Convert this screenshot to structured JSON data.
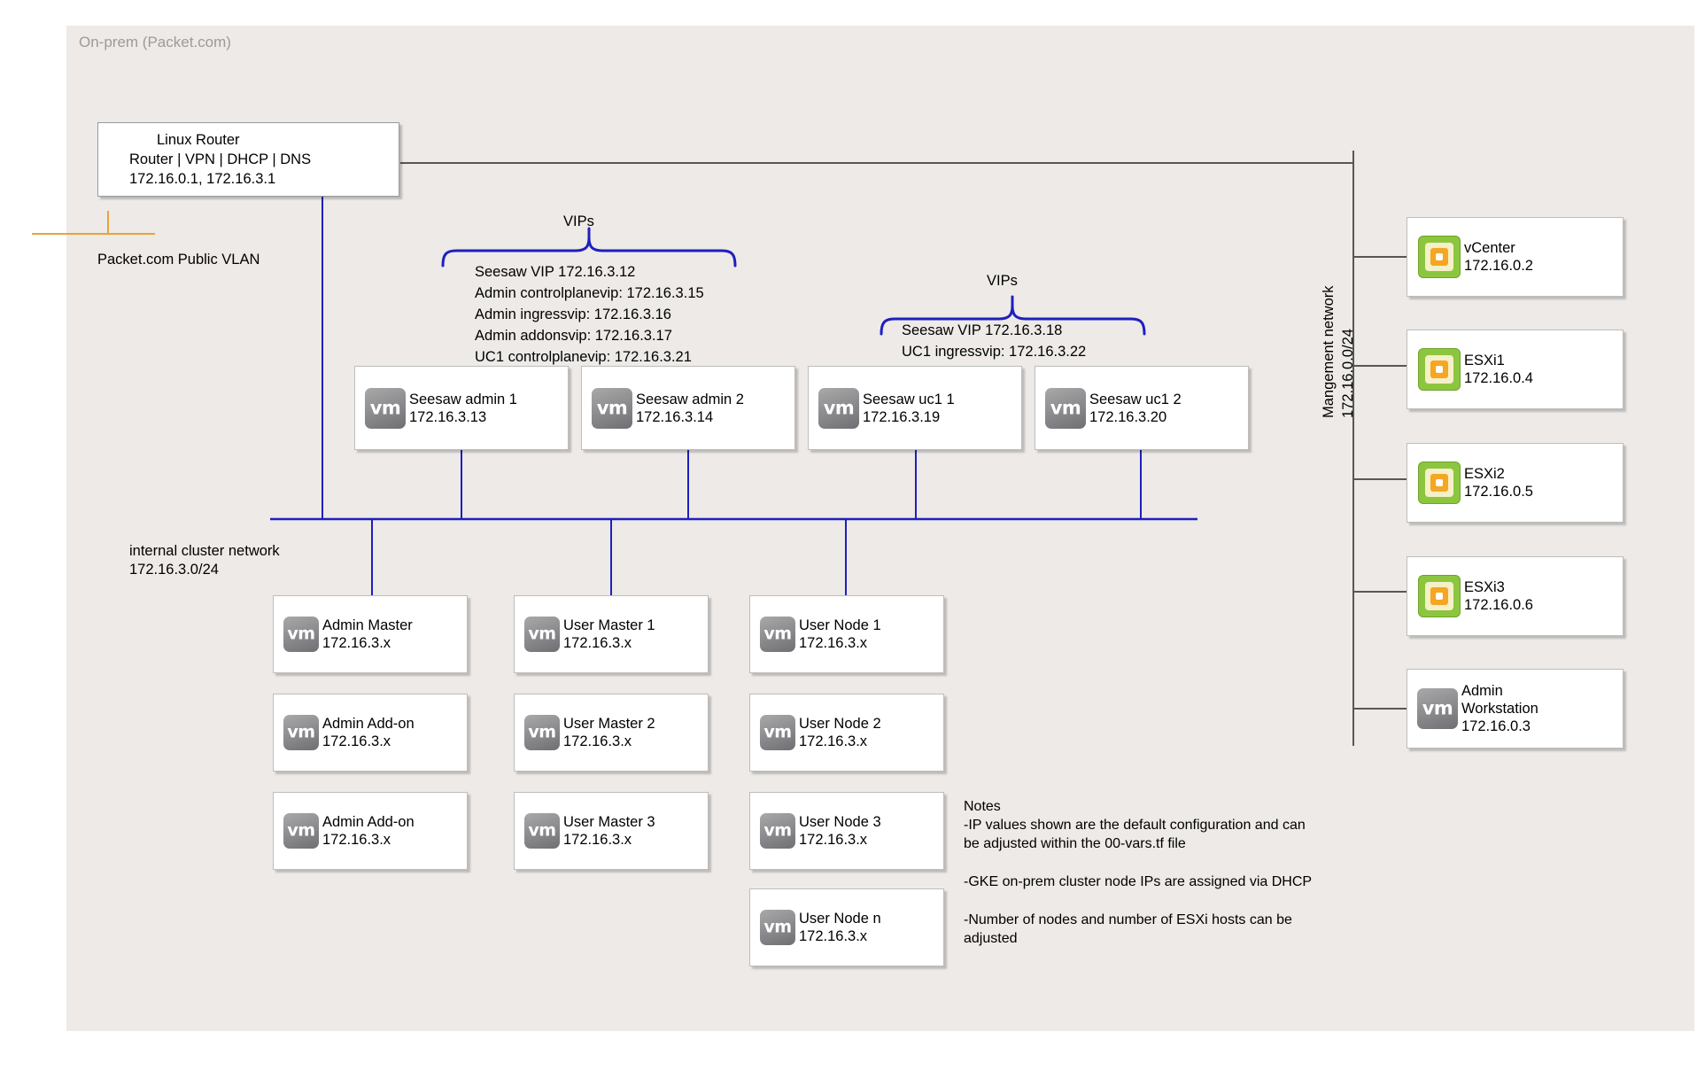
{
  "canvas": {
    "title": "On-prem (Packet.com)"
  },
  "router": {
    "line1": "Linux Router",
    "line2": "Router | VPN | DHCP | DNS",
    "line3": "172.16.0.1, 172.16.3.1"
  },
  "public_vlan": {
    "label": "Packet.com Public VLAN"
  },
  "internal_network": {
    "line1": "internal cluster network",
    "line2": "172.16.3.0/24"
  },
  "mgmt_network": {
    "line1": "Mangement network",
    "line2": "172.16.0.0/24"
  },
  "vip_groups": [
    {
      "caption": "VIPs",
      "lines": [
        "Seesaw VIP 172.16.3.12",
        "Admin controlplanevip: 172.16.3.15",
        "Admin ingressvip: 172.16.3.16",
        "Admin addonsvip: 172.16.3.17",
        "UC1 controlplanevip: 172.16.3.21"
      ]
    },
    {
      "caption": "VIPs",
      "lines": [
        "Seesaw VIP 172.16.3.18",
        "UC1 ingressvip: 172.16.3.22"
      ]
    }
  ],
  "seesaw_nodes": [
    {
      "name": "Seesaw admin 1",
      "ip": "172.16.3.13"
    },
    {
      "name": "Seesaw admin 2",
      "ip": "172.16.3.14"
    },
    {
      "name": "Seesaw uc1 1",
      "ip": "172.16.3.19"
    },
    {
      "name": "Seesaw uc1 2",
      "ip": "172.16.3.20"
    }
  ],
  "admin_column": [
    {
      "name": "Admin Master",
      "ip": "172.16.3.x"
    },
    {
      "name": "Admin Add-on",
      "ip": "172.16.3.x"
    },
    {
      "name": "Admin Add-on",
      "ip": "172.16.3.x"
    }
  ],
  "user_master_column": [
    {
      "name": "User Master 1",
      "ip": "172.16.3.x"
    },
    {
      "name": "User Master 2",
      "ip": "172.16.3.x"
    },
    {
      "name": "User Master 3",
      "ip": "172.16.3.x"
    }
  ],
  "user_node_column": [
    {
      "name": "User Node 1",
      "ip": "172.16.3.x"
    },
    {
      "name": "User Node 2",
      "ip": "172.16.3.x"
    },
    {
      "name": "User Node 3",
      "ip": "172.16.3.x"
    },
    {
      "name": "User Node n",
      "ip": "172.16.3.x"
    }
  ],
  "infra_column": [
    {
      "name": "vCenter",
      "ip": "172.16.0.2",
      "icon": "esxi-icon"
    },
    {
      "name": "ESXi1",
      "ip": "172.16.0.4",
      "icon": "esxi-icon"
    },
    {
      "name": "ESXi2",
      "ip": "172.16.0.5",
      "icon": "esxi-icon"
    },
    {
      "name": "ESXi3",
      "ip": "172.16.0.6",
      "icon": "esxi-icon"
    }
  ],
  "admin_workstation": {
    "line1": "Admin",
    "line2": "Workstation",
    "ip": "172.16.0.3",
    "icon": "vm-icon"
  },
  "notes": {
    "title": "Notes",
    "items": [
      "-IP values shown are the default configuration and can\nbe adjusted within the 00-vars.tf file",
      "-GKE on-prem cluster node IPs are assigned via DHCP",
      "-Number of nodes and number of ESXi hosts can be\nadjusted"
    ]
  },
  "colors": {
    "canvas": "#edeae7",
    "wire_blue": "#1f1fbe",
    "wire_gray": "#575757",
    "wire_orange": "#e8a33d",
    "esxi_green": "#8cc63f"
  }
}
